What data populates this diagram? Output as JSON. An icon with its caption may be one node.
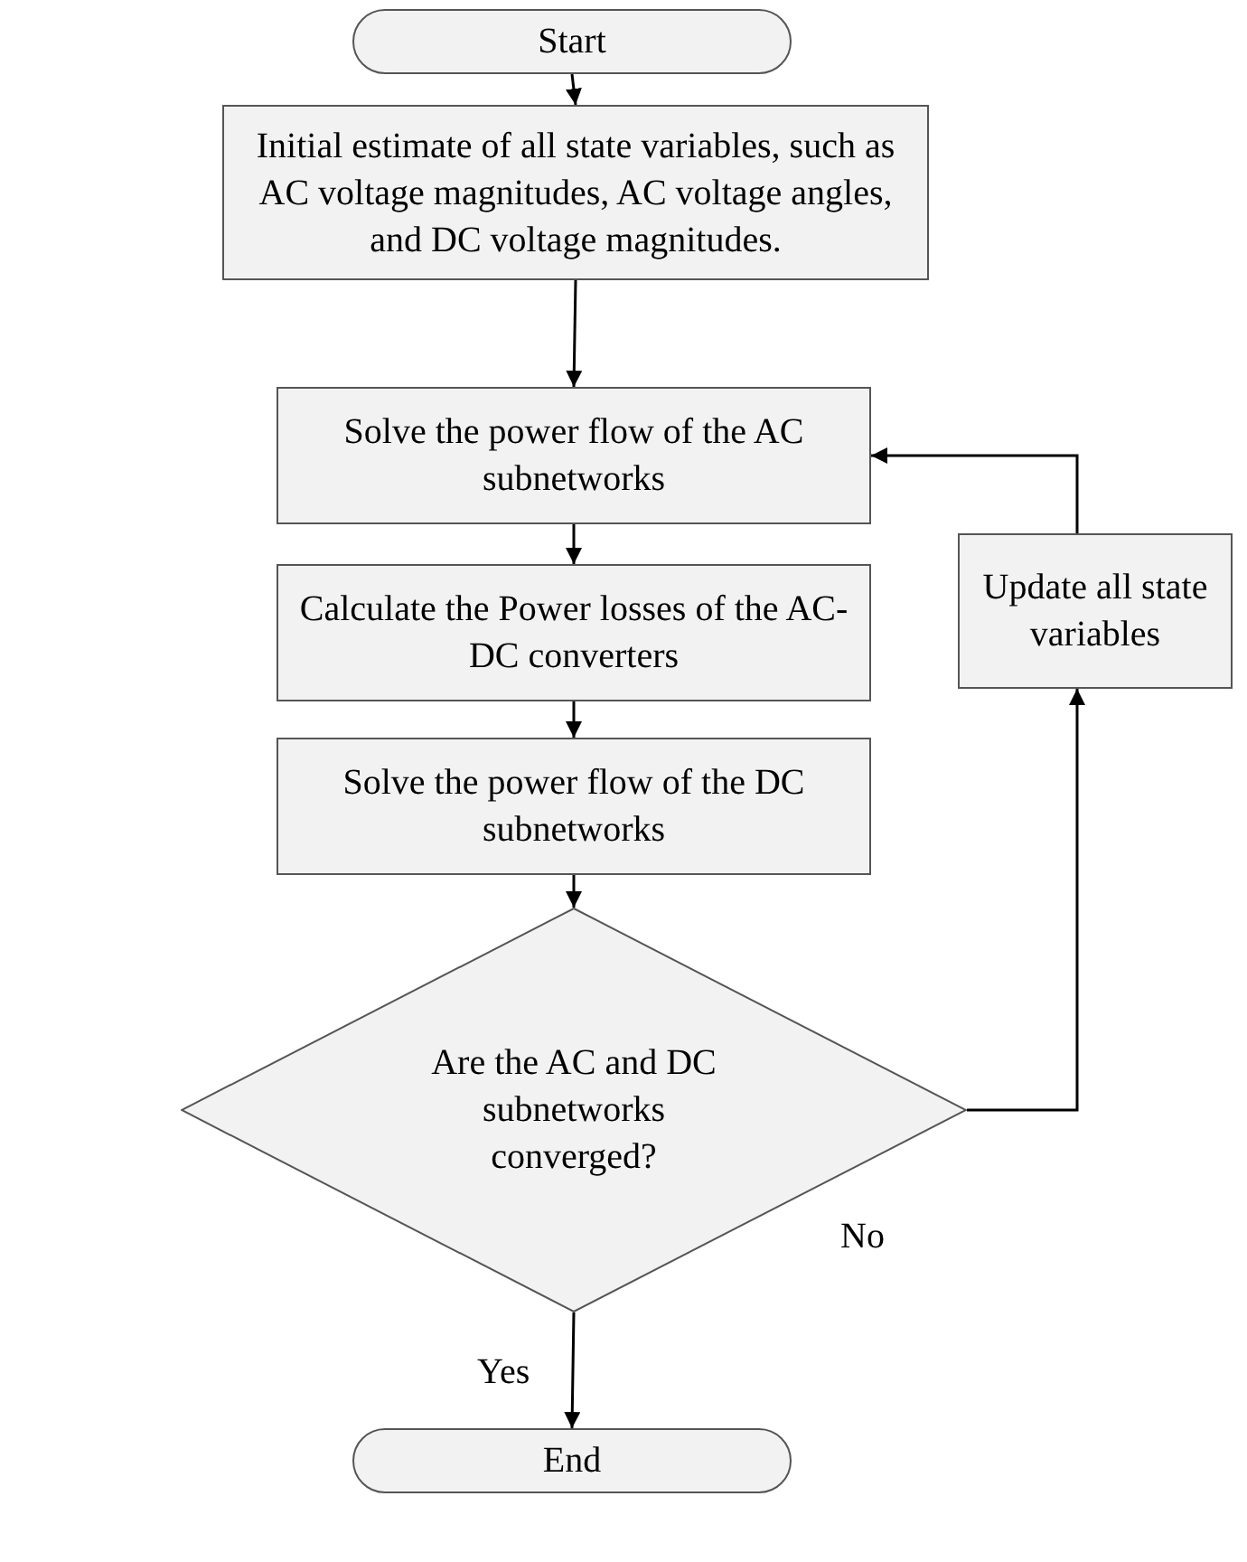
{
  "diagram": {
    "nodes": [
      {
        "text": [
          "Start"
        ]
      },
      {
        "text": [
          "Initial estimate of all state variables, such as AC voltage magnitudes, AC voltage angles, and DC voltage magnitudes."
        ]
      },
      {
        "text": [
          "Solve the power flow of the AC subnetworks"
        ]
      },
      {
        "text": [
          "Calculate the Power losses of the AC-DC converters"
        ]
      },
      {
        "text": [
          "Solve the power flow of the DC subnetworks"
        ]
      },
      {
        "text": [
          "Are the AC and DC subnetworks converged?"
        ]
      },
      {
        "text": [
          "End"
        ]
      },
      {
        "text": [
          "Update all state variables"
        ]
      }
    ],
    "edges": [
      {
        "from": 0,
        "to": 1,
        "arrow": "to"
      },
      {
        "from": 1,
        "to": 2,
        "arrow": "to"
      },
      {
        "from": 2,
        "to": 3,
        "arrow": "to"
      },
      {
        "from": 3,
        "to": 4,
        "arrow": "to"
      },
      {
        "from": 4,
        "to": 5,
        "arrow": "to"
      },
      {
        "from": 5,
        "to": 6,
        "arrow": "to",
        "label": "Yes"
      },
      {
        "from": 5,
        "to": 7,
        "arrow": "to",
        "label": "No"
      },
      {
        "from": 7,
        "to": 2,
        "arrow": "to"
      }
    ]
  }
}
